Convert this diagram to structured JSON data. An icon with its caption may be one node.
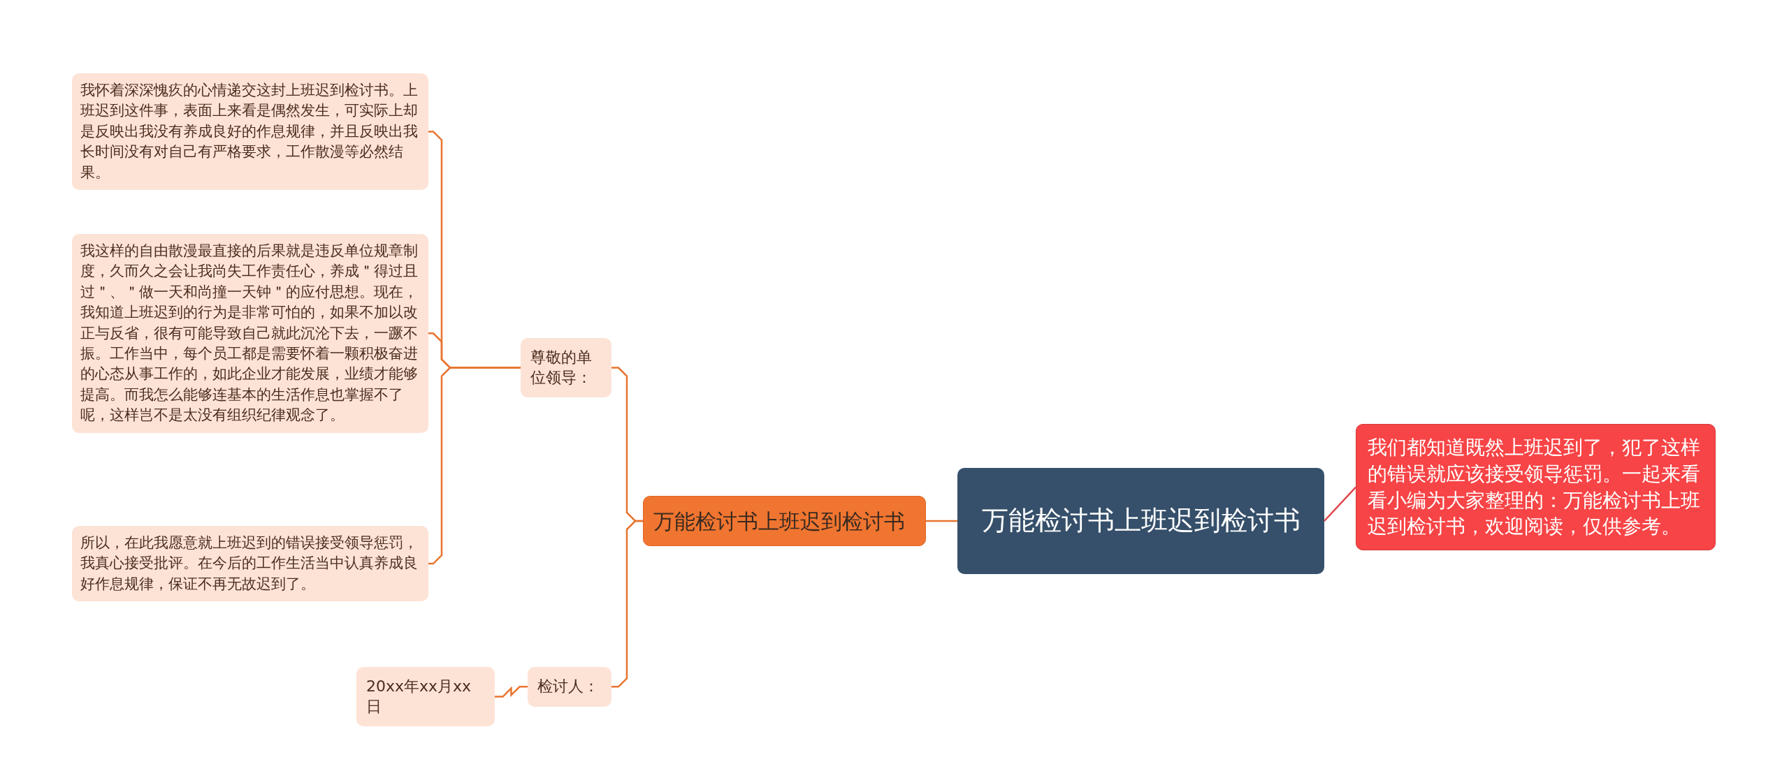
{
  "diagram": {
    "nodes": [
      {
        "text": [
          "万能检讨书上班迟到检讨书"
        ]
      },
      {
        "text": [
          "万能检讨书上班迟到检讨书"
        ]
      },
      {
        "text": [
          "尊敬的单位领导："
        ]
      },
      {
        "text": [
          "我怀着深深愧疚的心情递交这封上班迟到检讨书。上班迟到这件事，表面上来看是偶然发生，可实际上却是反映出我没有养成良好的作息规律，并且反映出我长时间没有对自己有严格要求，工作散漫等必然结果。"
        ]
      },
      {
        "text": [
          "我这样的自由散漫最直接的后果就是违反单位规章制度，久而久之会让我尚失工作责任心，养成＂得过且过＂、＂做一天和尚撞一天钟＂的应付思想。现在，我知道上班迟到的行为是非常可怕的，如果不加以改正与反省，很有可能导致自己就此沉沦下去，一蹶不振。工作当中，每个员工都是需要怀着一颗积极奋进的心态从事工作的，如此企业才能发展，业绩才能够提高。而我怎么能够连基本的生活作息也掌握不了呢，这样岂不是太没有组织纪律观念了。"
        ]
      },
      {
        "text": [
          "所以，在此我愿意就上班迟到的错误接受领导惩罚，我真心接受批评。在今后的工作生活当中认真养成良好作息规律，保证不再无故迟到了。"
        ]
      },
      {
        "text": [
          "检讨人："
        ]
      },
      {
        "text": [
          "20xx年xx月xx日"
        ]
      },
      {
        "text": [
          "我们都知道既然上班迟到了，犯了这样的错误就应该接受领导惩罚。一起来看看小编为大家整理的：万能检讨书上班迟到检讨书，欢迎阅读，仅供参考。"
        ]
      }
    ],
    "edges": [
      {
        "from": 0,
        "to": 1,
        "arrow": "none"
      },
      {
        "from": 1,
        "to": 2,
        "arrow": "none"
      },
      {
        "from": 2,
        "to": 3,
        "arrow": "none"
      },
      {
        "from": 2,
        "to": 4,
        "arrow": "none"
      },
      {
        "from": 2,
        "to": 5,
        "arrow": "none"
      },
      {
        "from": 1,
        "to": 6,
        "arrow": "none"
      },
      {
        "from": 6,
        "to": 7,
        "arrow": "none"
      },
      {
        "from": 0,
        "to": 8,
        "arrow": "none",
        "color": "#e0454b"
      }
    ]
  }
}
